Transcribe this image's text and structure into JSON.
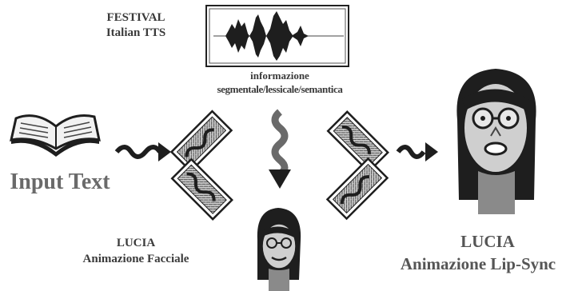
{
  "festival": {
    "line1": "FESTIVAL",
    "line2": "Italian TTS"
  },
  "info": {
    "line1": "informazione",
    "line2": "segmentale/lessicale/semantica"
  },
  "input": {
    "label": "Input Text"
  },
  "lucia_facial": {
    "line1": "LUCIA",
    "line2": "Animazione Facciale"
  },
  "lucia_lipsync": {
    "line1": "LUCIA",
    "line2": "Animazione Lip-Sync"
  },
  "icons": {
    "book": "open-book-icon",
    "waveform": "speech-waveform-icon",
    "face_small": "face-icon",
    "face_large": "face-icon"
  },
  "colors": {
    "ink": "#3a3a3a",
    "dark": "#1e1e1e",
    "light": "#e8e8e8"
  }
}
